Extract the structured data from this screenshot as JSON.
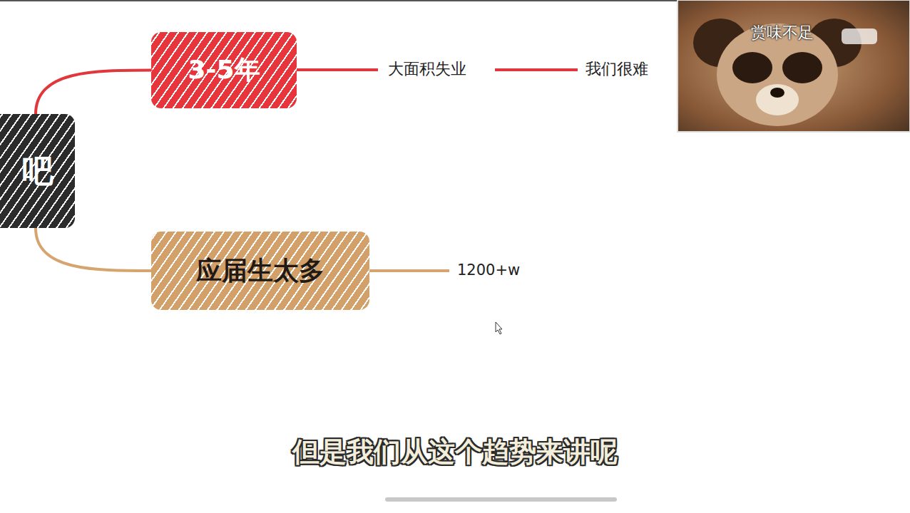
{
  "diagram": {
    "caption": "但是我们从这个趋势来讲呢",
    "nodes": [
      {
        "text": [
          "吧"
        ]
      },
      {
        "text": [
          "3-5年"
        ]
      },
      {
        "text": [
          "应届生太多"
        ]
      }
    ],
    "edges": [
      {
        "from": 0,
        "to": 1,
        "arrow": "none"
      },
      {
        "from": 0,
        "to": 2,
        "arrow": "none"
      }
    ],
    "labels": [
      "大面积失业",
      "我们很难",
      "1200+w",
      "赏味不足"
    ]
  }
}
